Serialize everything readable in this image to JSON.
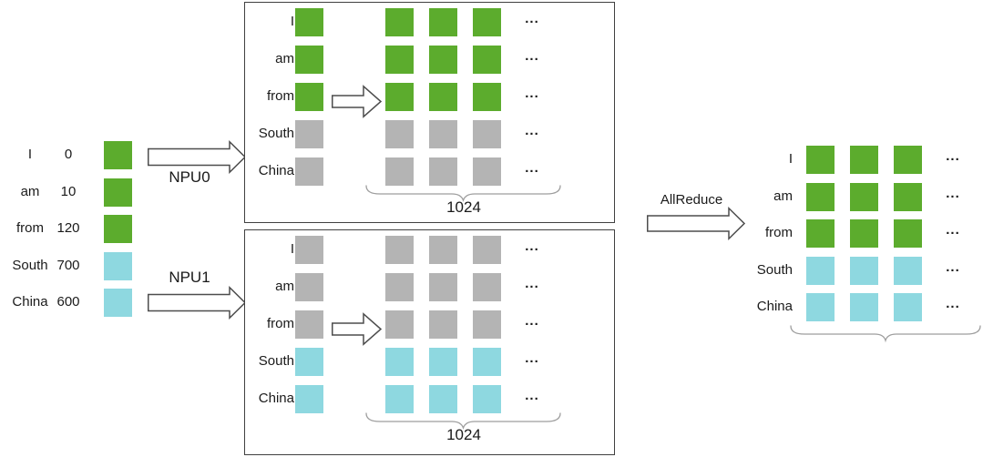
{
  "palette": {
    "green": "#5cac2d",
    "cyan": "#8ed8e0",
    "gray": "#b4b4b4",
    "box_border": "#404040",
    "arrow_outline": "#4d4d4d",
    "brace": "#9e9e9e",
    "text": "#1a1a1a"
  },
  "input_table": {
    "rows": [
      {
        "word": "I",
        "index": "0",
        "color": "green"
      },
      {
        "word": "am",
        "index": "10",
        "color": "green"
      },
      {
        "word": "from",
        "index": "120",
        "color": "green"
      },
      {
        "word": "South",
        "index": "700",
        "color": "cyan"
      },
      {
        "word": "China",
        "index": "600",
        "color": "cyan"
      }
    ]
  },
  "npu0": {
    "label": "NPU0",
    "panel": {
      "rows": [
        {
          "word": "I",
          "color": "green"
        },
        {
          "word": "am",
          "color": "green"
        },
        {
          "word": "from",
          "color": "green"
        },
        {
          "word": "South",
          "color": "gray"
        },
        {
          "word": "China",
          "color": "gray"
        }
      ],
      "visible_grid_cols": 3,
      "ellipsis": "...",
      "brace_label": "1024"
    }
  },
  "npu1": {
    "label": "NPU1",
    "panel": {
      "rows": [
        {
          "word": "I",
          "color": "gray"
        },
        {
          "word": "am",
          "color": "gray"
        },
        {
          "word": "from",
          "color": "gray"
        },
        {
          "word": "South",
          "color": "cyan"
        },
        {
          "word": "China",
          "color": "cyan"
        }
      ],
      "visible_grid_cols": 3,
      "ellipsis": "...",
      "brace_label": "1024"
    }
  },
  "allreduce": {
    "label": "AllReduce",
    "result": {
      "rows": [
        {
          "word": "I",
          "color": "green"
        },
        {
          "word": "am",
          "color": "green"
        },
        {
          "word": "from",
          "color": "green"
        },
        {
          "word": "South",
          "color": "cyan"
        },
        {
          "word": "China",
          "color": "cyan"
        }
      ],
      "visible_grid_cols": 3,
      "ellipsis": "..."
    }
  }
}
